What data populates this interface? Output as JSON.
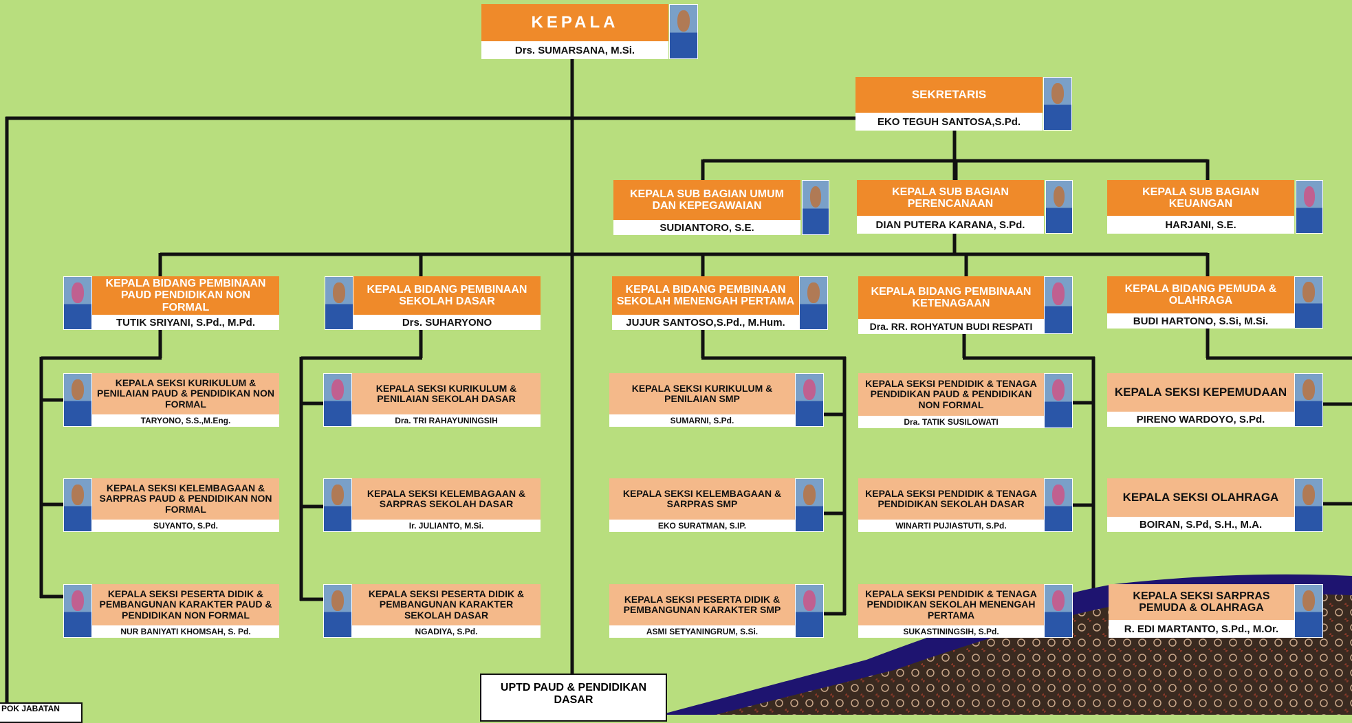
{
  "colors": {
    "background": "#b8de7e",
    "header_orange": "#ef8a2a",
    "section_peach": "#f4b98a",
    "wave_navy": "#1e1470",
    "batik": "#3a2a20"
  },
  "kepala": {
    "title": "KEPALA",
    "name": "Drs. SUMARSANA, M.Si."
  },
  "sekretaris": {
    "title": "SEKRETARIS",
    "name": "EKO TEGUH SANTOSA,S.Pd."
  },
  "sub_bagian": [
    {
      "title": "KEPALA SUB BAGIAN UMUM DAN KEPEGAWAIAN",
      "name": "SUDIANTORO, S.E."
    },
    {
      "title": "KEPALA SUB BAGIAN PERENCANAAN",
      "name": "DIAN PUTERA KARANA, S.Pd."
    },
    {
      "title": "KEPALA SUB BAGIAN KEUANGAN",
      "name": "HARJANI, S.E."
    }
  ],
  "bidang": [
    {
      "title": "KEPALA BIDANG PEMBINAAN PAUD PENDIDIKAN NON FORMAL",
      "name": "TUTIK SRIYANI, S.Pd., M.Pd.",
      "seksi": [
        {
          "title": "KEPALA SEKSI KURIKULUM & PENILAIAN PAUD & PENDIDIKAN NON FORMAL",
          "name": "TARYONO, S.S.,M.Eng."
        },
        {
          "title": "KEPALA SEKSI KELEMBAGAAN & SARPRAS PAUD & PENDIDIKAN NON FORMAL",
          "name": "SUYANTO, S.Pd."
        },
        {
          "title": "KEPALA SEKSI PESERTA DIDIK & PEMBANGUNAN KARAKTER PAUD & PENDIDIKAN NON FORMAL",
          "name": "NUR BANIYATI KHOMSAH, S. Pd."
        }
      ]
    },
    {
      "title": "KEPALA BIDANG PEMBINAAN SEKOLAH DASAR",
      "name": "Drs. SUHARYONO",
      "seksi": [
        {
          "title": "KEPALA SEKSI KURIKULUM & PENILAIAN SEKOLAH DASAR",
          "name": "Dra. TRI RAHAYUNINGSIH"
        },
        {
          "title": "KEPALA SEKSI KELEMBAGAAN & SARPRAS SEKOLAH DASAR",
          "name": "Ir. JULIANTO, M.Si."
        },
        {
          "title": "KEPALA SEKSI PESERTA DIDIK & PEMBANGUNAN KARAKTER SEKOLAH DASAR",
          "name": "NGADIYA, S.Pd."
        }
      ]
    },
    {
      "title": "KEPALA BIDANG PEMBINAAN SEKOLAH MENENGAH PERTAMA",
      "name": "JUJUR SANTOSO,S.Pd., M.Hum.",
      "seksi": [
        {
          "title": "KEPALA SEKSI KURIKULUM & PENILAIAN SMP",
          "name": "SUMARNI, S.Pd."
        },
        {
          "title": "KEPALA SEKSI KELEMBAGAAN & SARPRAS SMP",
          "name": "EKO SURATMAN, S.IP."
        },
        {
          "title": "KEPALA SEKSI PESERTA DIDIK & PEMBANGUNAN KARAKTER SMP",
          "name": "ASMI SETYANINGRUM, S.Si."
        }
      ]
    },
    {
      "title": "KEPALA BIDANG PEMBINAAN KETENAGAAN",
      "name": "Dra. RR. ROHYATUN BUDI RESPATI",
      "seksi": [
        {
          "title": "KEPALA SEKSI PENDIDIK & TENAGA PENDIDIKAN PAUD & PENDIDIKAN NON FORMAL",
          "name": "Dra. TATIK SUSILOWATI"
        },
        {
          "title": "KEPALA SEKSI PENDIDIK & TENAGA PENDIDIKAN SEKOLAH DASAR",
          "name": "WINARTI PUJIASTUTI, S.Pd."
        },
        {
          "title": "KEPALA SEKSI PENDIDIK & TENAGA PENDIDIKAN SEKOLAH MENENGAH PERTAMA",
          "name": "SUKASTININGSIH, S.Pd."
        }
      ]
    },
    {
      "title": "KEPALA BIDANG PEMUDA & OLAHRAGA",
      "name": "BUDI HARTONO, S.Si, M.Si.",
      "seksi": [
        {
          "title": "KEPALA SEKSI KEPEMUDAAN",
          "name": "PIRENO WARDOYO, S.Pd."
        },
        {
          "title": "KEPALA SEKSI OLAHRAGA",
          "name": "BOIRAN, S.Pd, S.H., M.A."
        },
        {
          "title": "KEPALA SEKSI SARPRAS PEMUDA & OLAHRAGA",
          "name": "R. EDI MARTANTO, S.Pd., M.Or."
        }
      ]
    }
  ],
  "uptd": {
    "title": "UPTD PAUD & PENDIDIKAN DASAR"
  },
  "pokja": {
    "title": "POK JABATAN"
  }
}
